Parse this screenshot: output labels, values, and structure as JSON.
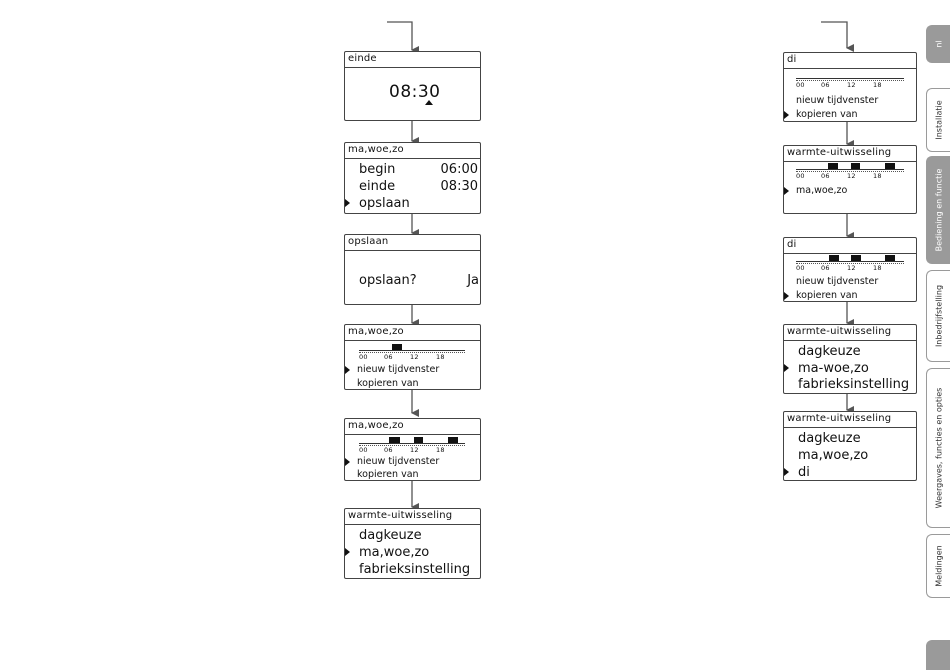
{
  "left_column": {
    "screen_end": {
      "title": "einde",
      "time": "08:30"
    },
    "screen_days": {
      "title": "ma,woe,zo",
      "rows": [
        {
          "label": "begin",
          "value": "06:00"
        },
        {
          "label": "einde",
          "value": "08:30"
        },
        {
          "label": "opslaan",
          "value": ""
        }
      ]
    },
    "screen_save": {
      "title": "opslaan",
      "question": "opslaan?",
      "answer": "Ja"
    },
    "screen_tw1": {
      "title": "ma,woe,zo",
      "axis": [
        "00",
        "06",
        "12",
        "18"
      ],
      "rows": [
        "nieuw tijdvenster",
        "kopieren van"
      ]
    },
    "screen_tw2": {
      "title": "ma,woe,zo",
      "axis": [
        "00",
        "06",
        "12",
        "18"
      ],
      "rows": [
        "nieuw tijdvenster",
        "kopieren van"
      ]
    },
    "screen_menu": {
      "title": "warmte-uitwisseling",
      "rows": [
        "dagkeuze",
        "ma,woe,zo",
        "fabrieksinstelling"
      ]
    }
  },
  "right_column": {
    "screen_di1": {
      "title": "di",
      "axis": [
        "00",
        "06",
        "12",
        "18"
      ],
      "rows": [
        "nieuw tijdvenster",
        "kopieren van"
      ]
    },
    "screen_copy": {
      "title": "warmte-uitwisseling",
      "axis": [
        "00",
        "06",
        "12",
        "18"
      ],
      "rows": [
        "ma,woe,zo"
      ]
    },
    "screen_di2": {
      "title": "di",
      "axis": [
        "00",
        "06",
        "12",
        "18"
      ],
      "rows": [
        "nieuw tijdvenster",
        "kopieren van"
      ]
    },
    "screen_menu1": {
      "title": "warmte-uitwisseling",
      "rows": [
        "dagkeuze",
        "ma-woe,zo",
        "fabrieksinstelling"
      ]
    },
    "screen_menu2": {
      "title": "warmte-uitwisseling",
      "rows": [
        "dagkeuze",
        "ma,woe,zo",
        "di"
      ]
    }
  },
  "side_tabs": [
    "nl",
    "Installatie",
    "Bediening en functie",
    "Inbedrijfstelling",
    "Weergaves, functies en opties",
    "Meldingen"
  ],
  "colors": {
    "tab_active": "#9a9a9a",
    "lcd_border": "#444444"
  }
}
